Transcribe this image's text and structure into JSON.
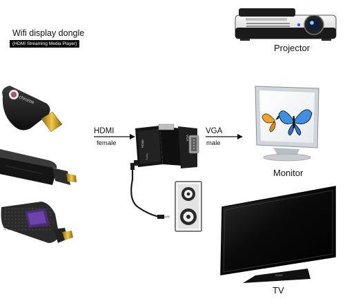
{
  "header": {
    "title": "Wifi display dongle",
    "subtitle": "(HDMI Streaming Media Player)"
  },
  "devices": {
    "projector": "Projector",
    "monitor": "Monitor",
    "tv": "TV"
  },
  "connections": {
    "input_name": "HDMI",
    "input_gender": "female",
    "output_name": "VGA",
    "output_gender": "male"
  },
  "markings": {
    "dongle_brand": "chrome",
    "adapter_hdmi": "HDMI",
    "adapter_vga": "VGA",
    "adapter_audio": "Audio",
    "tv_brand": "SONY"
  },
  "colors": {
    "accent_purple": "#4b2c7a",
    "arrow": "#111111",
    "device_black": "#1a1a1a",
    "hdmi_gold": "#d4a021"
  }
}
